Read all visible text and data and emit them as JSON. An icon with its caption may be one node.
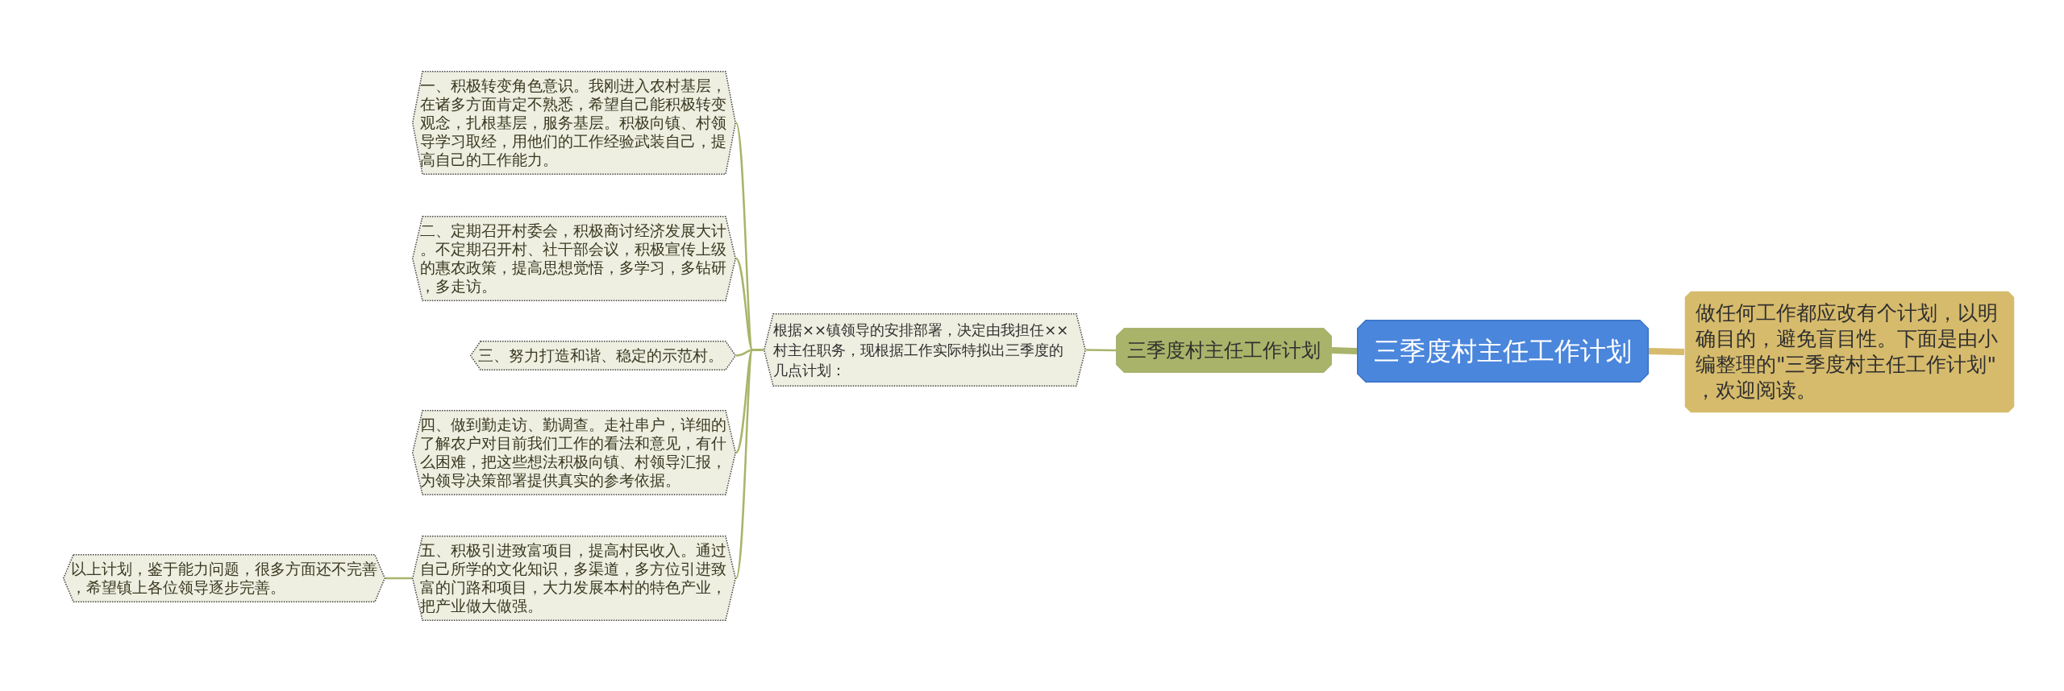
{
  "diagram": {
    "nodes": [
      {
        "text": [
          "三季度村主任工作计划"
        ]
      },
      {
        "text": [
          "做任何工作都应改有个计划，以明确目的，避免盲目性。下面是由小编整理的\"三季度村主任工作计划\"，欢迎阅读。"
        ]
      },
      {
        "text": [
          "三季度村主任工作计划"
        ]
      },
      {
        "text": [
          "根据××镇领导的安排部署，决定由我担任××村主任职务，现根据工作实际特拟出三季度的几点计划："
        ]
      },
      {
        "text": [
          "一、积极转变角色意识。我刚进入农村基层，在诸多方面肯定不熟悉，希望自己能积极转变观念，扎根基层，服务基层。积极向镇、村领导学习取经，用他们的工作经验武装自己，提高自己的工作能力。"
        ]
      },
      {
        "text": [
          "二、定期召开村委会，积极商讨经济发展大计。不定期召开村、社干部会议，积极宣传上级的惠农政策，提高思想觉悟，多学习，多钻研，多走访。"
        ]
      },
      {
        "text": [
          "三、努力打造和谐、稳定的示范村。"
        ]
      },
      {
        "text": [
          "四、做到勤走访、勤调查。走社串户，详细的了解农户对目前我们工作的看法和意见，有什么困难，把这些想法积极向镇、村领导汇报，为领导决策部署提供真实的参考依据。"
        ]
      },
      {
        "text": [
          "五、积极引进致富项目，提高村民收入。通过自己所学的文化知识，多渠道，多方位引进致富的门路和项目，大力发展本村的特色产业，把产业做大做强。"
        ]
      },
      {
        "text": [
          "以上计划，鉴于能力问题，很多方面还不完善，希望镇上各位领导逐步完善。"
        ]
      }
    ],
    "edges": [
      {
        "from": 0,
        "to": 1,
        "arrow": "none",
        "style": "thick",
        "color": "#d6bb6c"
      },
      {
        "from": 0,
        "to": 2,
        "arrow": "none",
        "style": "thick"
      },
      {
        "from": 2,
        "to": 3,
        "arrow": "none"
      },
      {
        "from": 3,
        "to": 4,
        "arrow": "none"
      },
      {
        "from": 3,
        "to": 5,
        "arrow": "none"
      },
      {
        "from": 3,
        "to": 6,
        "arrow": "none"
      },
      {
        "from": 3,
        "to": 7,
        "arrow": "none"
      },
      {
        "from": 3,
        "to": 8,
        "arrow": "none"
      },
      {
        "from": 8,
        "to": 9,
        "arrow": "none"
      }
    ]
  }
}
